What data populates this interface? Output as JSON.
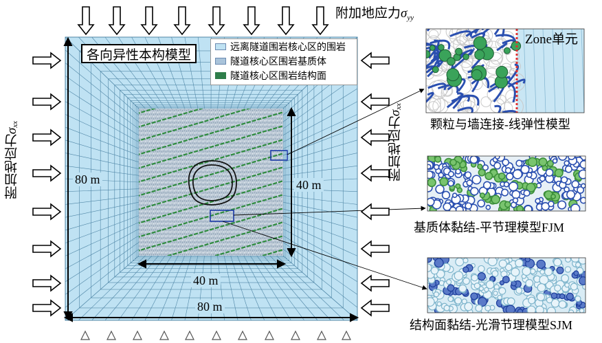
{
  "title_top": "附加地应力σyy",
  "stress_top": {
    "prefix": "附加地应力",
    "symbol": "σ",
    "subscript": "yy"
  },
  "stress_side_left": {
    "prefix": "附加地应力",
    "symbol": "σ",
    "subscript": "xx"
  },
  "stress_side_right": {
    "prefix": "附加地应力",
    "symbol": "σ",
    "subscript": "xx"
  },
  "model_label": "各向异性本构模型",
  "legend": [
    {
      "label": "远离隧道围岩核心区的围岩",
      "color": "#bfe2f3"
    },
    {
      "label": "隧道核心区围岩基质体",
      "color": "#a9c3da"
    },
    {
      "label": "隧道核心区围岩结构面",
      "color": "#2e7d4a"
    }
  ],
  "dimensions": {
    "outer_height": "80 m",
    "outer_width": "80 m",
    "inner_height": "40 m",
    "inner_width": "40 m"
  },
  "insets": [
    {
      "caption": "颗粒与墙连接-线弹性模型",
      "zone_label": "Zone单元"
    },
    {
      "caption": "基质体黏结-平节理模型FJM"
    },
    {
      "caption": "结构面黏结-光滑节理模型SJM"
    }
  ],
  "colors": {
    "mesh_fill": "#bfe2f3",
    "mesh_line": "#4f86a6",
    "core_fill": "#b9c8d6",
    "joint": "#2e8b3e",
    "particle_blue": "#2a4fb0",
    "particle_green": "#3aa35a",
    "arrow_outline": "#000000"
  }
}
